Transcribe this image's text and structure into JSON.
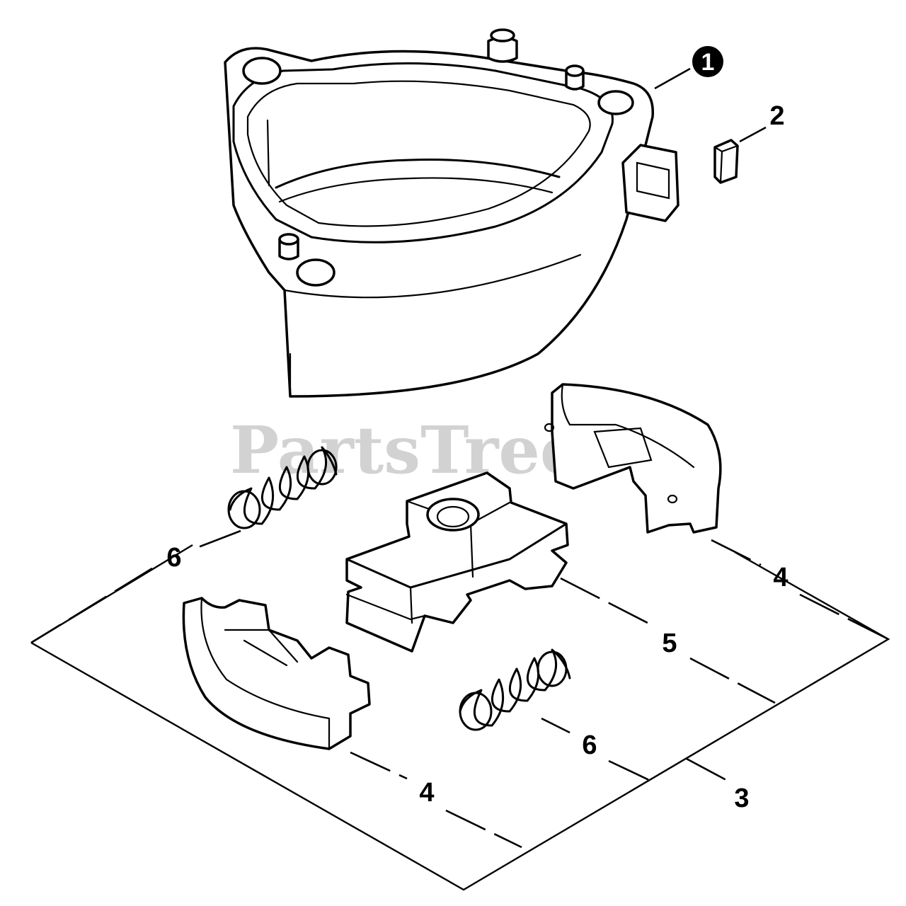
{
  "diagram": {
    "watermark": "PartsTree",
    "watermark_mark": "™",
    "callouts": {
      "housing": "1",
      "key": "2",
      "assembly": "3",
      "shoe_upper": "4",
      "shoe_lower": "4",
      "hub": "5",
      "spring_upper": "6",
      "spring_lower": "6"
    },
    "colors": {
      "line": "#000000",
      "background": "#ffffff",
      "watermark": "#c8c8c8"
    }
  }
}
